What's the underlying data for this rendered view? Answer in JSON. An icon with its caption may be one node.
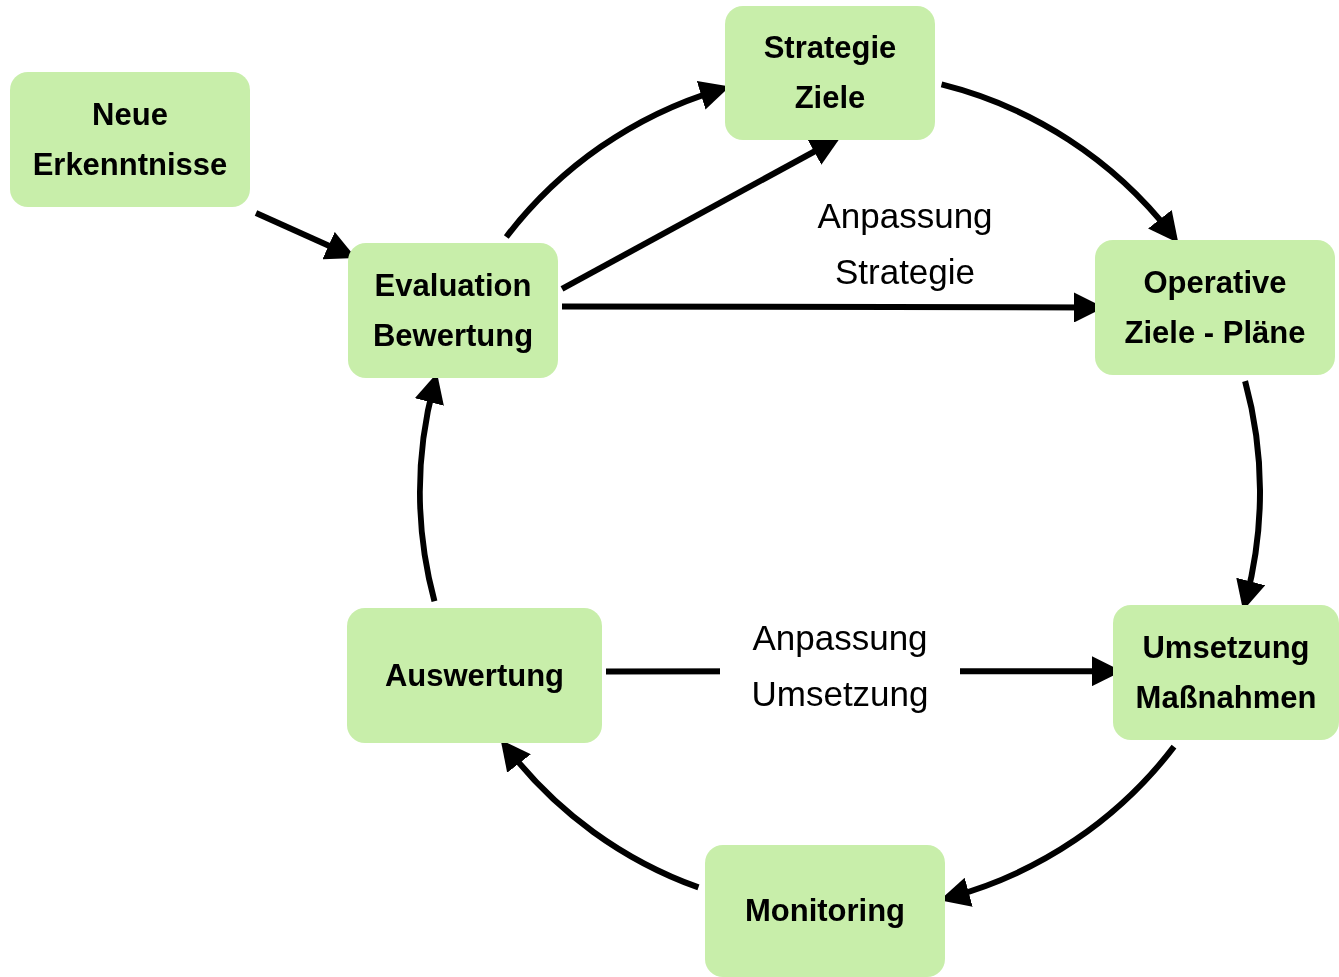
{
  "diagram": {
    "nodes": [
      {
        "text": [
          "Strategie Ziele"
        ]
      },
      {
        "text": [
          "Operative Ziele - Pläne"
        ]
      },
      {
        "text": [
          "Umsetzung Maßnahmen"
        ]
      },
      {
        "text": [
          "Monitoring"
        ]
      },
      {
        "text": [
          "Auswertung"
        ]
      },
      {
        "text": [
          "Evaluation Bewertung"
        ]
      },
      {
        "text": [
          "Neue Erkenntnisse"
        ]
      }
    ],
    "edges": [
      {
        "from": 0,
        "to": 1,
        "arrow": "to"
      },
      {
        "from": 1,
        "to": 2,
        "arrow": "to"
      },
      {
        "from": 2,
        "to": 3,
        "arrow": "to"
      },
      {
        "from": 3,
        "to": 4,
        "arrow": "to"
      },
      {
        "from": 4,
        "to": 5,
        "arrow": "to"
      },
      {
        "from": 5,
        "to": 0,
        "arrow": "to"
      },
      {
        "from": 6,
        "to": 5,
        "arrow": "to"
      },
      {
        "from": 5,
        "to": 0,
        "arrow": "to"
      },
      {
        "from": 5,
        "to": 1,
        "label": "Anpassung Strategie",
        "arrow": "to"
      },
      {
        "from": 4,
        "to": 2,
        "label": "Anpassung Umsetzung",
        "arrow": "to"
      }
    ]
  }
}
